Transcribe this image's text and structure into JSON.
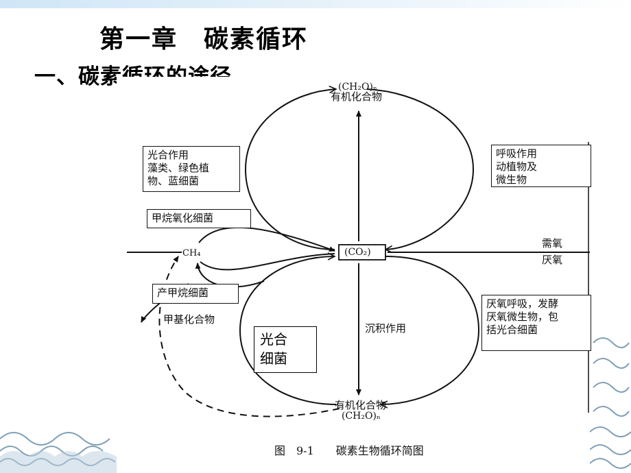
{
  "slide": {
    "title": "第一章　碳素循环",
    "heading": "一、碳素循环的途径"
  },
  "figure": {
    "top_compound_formula": "(CH₂O)ₙ",
    "top_compound_name": "有机化合物",
    "bottom_compound_name": "有机化合物",
    "bottom_compound_formula": "(CH₂O)ₙ",
    "co2_label": "(CO₂)",
    "ch4_label": "CH₄",
    "aerobic_label": "需氧",
    "anaerobic_label": "厌氧",
    "sedimentation_label": "沉积作用",
    "methyl_compound_label": "甲基化合物",
    "caption": "图　9-1　　碳素生物循环简图",
    "photosynthesis_box": [
      "光合作用",
      "藻类、绿色植",
      "物、蓝细菌"
    ],
    "respiration_box": [
      "呼吸作用",
      "动植物及",
      "微生物"
    ],
    "methane_oxidizing_box": "甲烷氧化细菌",
    "methanogen_box": "产甲烷细菌",
    "anaerobic_box": [
      "厌氧呼吸，发酵",
      "厌氧微生物，包",
      "括光合细菌"
    ],
    "overlay_box": [
      "光合",
      "细菌"
    ]
  },
  "colors": {
    "line": "#111111",
    "background": "#ffffff",
    "top_bar": "#cfe6f6",
    "wave": "#7f9fb5"
  }
}
